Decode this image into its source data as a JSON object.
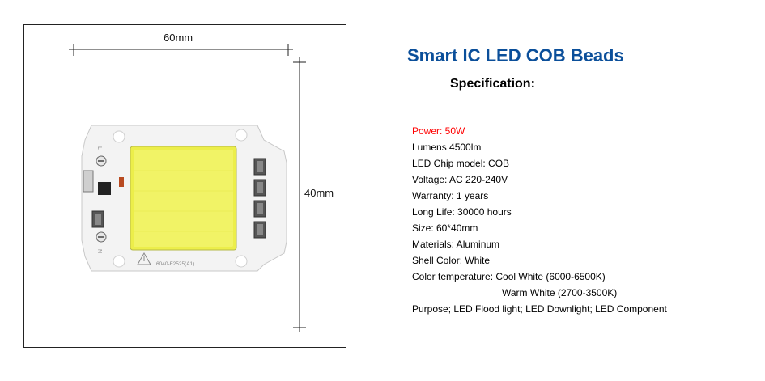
{
  "product": {
    "title": "Smart IC LED COB Beads",
    "spec_heading": "Specification:",
    "title_color": "#0b4f9a",
    "highlight_color": "#ff0000"
  },
  "dimensions": {
    "width_label": "60mm",
    "height_label": "40mm"
  },
  "board_markings": {
    "part_number": "6040-F2525(A1)",
    "live_mark": "L",
    "neutral_mark": "N"
  },
  "specs": [
    "Power: 50W",
    "Lumens 4500lm",
    "LED Chip model: COB",
    "Voltage: AC 220-240V",
    "Warranty: 1 years",
    "Long Life: 30000 hours",
    "Size: 60*40mm",
    "Materials: Aluminum",
    "Shell Color: White",
    "Color temperature: Cool White (6000-6500K)",
    "Warm White (2700-3500K)",
    "Purpose; LED Flood light; LED Downlight; LED Component"
  ]
}
